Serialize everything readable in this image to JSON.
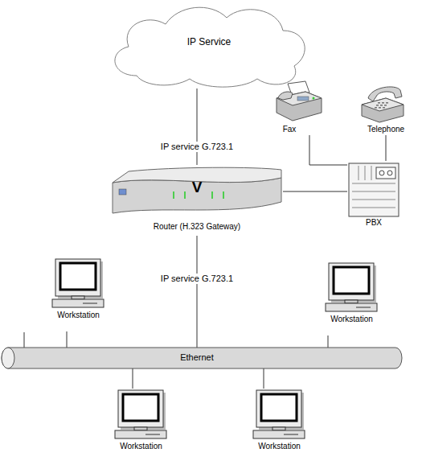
{
  "diagram": {
    "nodes": [
      {
        "text": [
          "IP Service"
        ]
      },
      {
        "text": [
          "Fax"
        ]
      },
      {
        "text": [
          "Telephone"
        ]
      },
      {
        "text": [
          "V",
          "Router (H.323 Gateway)"
        ]
      },
      {
        "text": [
          "PBX"
        ]
      },
      {
        "text": [
          "Workstation"
        ]
      },
      {
        "text": [
          "Workstation"
        ]
      },
      {
        "text": [
          "Ethernet"
        ]
      },
      {
        "text": [
          "Workstation"
        ]
      },
      {
        "text": [
          "Workstation"
        ]
      }
    ],
    "edges": [
      {
        "from": 0,
        "to": 3,
        "arrow": "none",
        "label": "IP service G.723.1"
      },
      {
        "from": 3,
        "to": 4,
        "arrow": "none"
      },
      {
        "from": 1,
        "to": 4,
        "arrow": "none"
      },
      {
        "from": 2,
        "to": 4,
        "arrow": "none"
      },
      {
        "from": 3,
        "to": 7,
        "arrow": "none",
        "label": "IP service G.723.1"
      },
      {
        "from": 5,
        "to": 7,
        "arrow": "none"
      },
      {
        "from": 6,
        "to": 7,
        "arrow": "none"
      },
      {
        "from": 8,
        "to": 7,
        "arrow": "none"
      },
      {
        "from": 9,
        "to": 7,
        "arrow": "none"
      }
    ]
  }
}
